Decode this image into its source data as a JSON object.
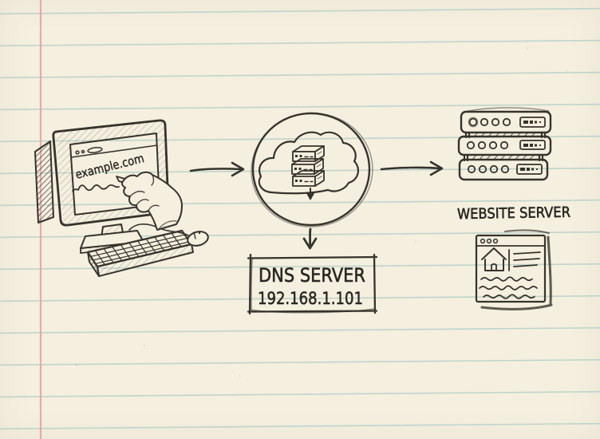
{
  "page": {
    "kind": "hand-drawn DNS lookup diagram on ruled notebook paper"
  },
  "colors": {
    "paper": "#f4efdf",
    "rule_line": "#b7cfc9",
    "margin_line": "#e9a2a6",
    "ink": "#36332c"
  },
  "client_computer": {
    "screen_url": "example.com"
  },
  "dns_server_box": {
    "title": "DNS SERVER",
    "ip_address": "192.168.1.101"
  },
  "website_server": {
    "label": "WEBSITE SERVER"
  },
  "icons": {
    "client": "computer-monitor-hand-drawing-sketch",
    "resolver": "cloud-with-server-stack-in-circle",
    "rack": "three-unit-server-rack",
    "webpage": "browser-page-with-home-icon"
  }
}
